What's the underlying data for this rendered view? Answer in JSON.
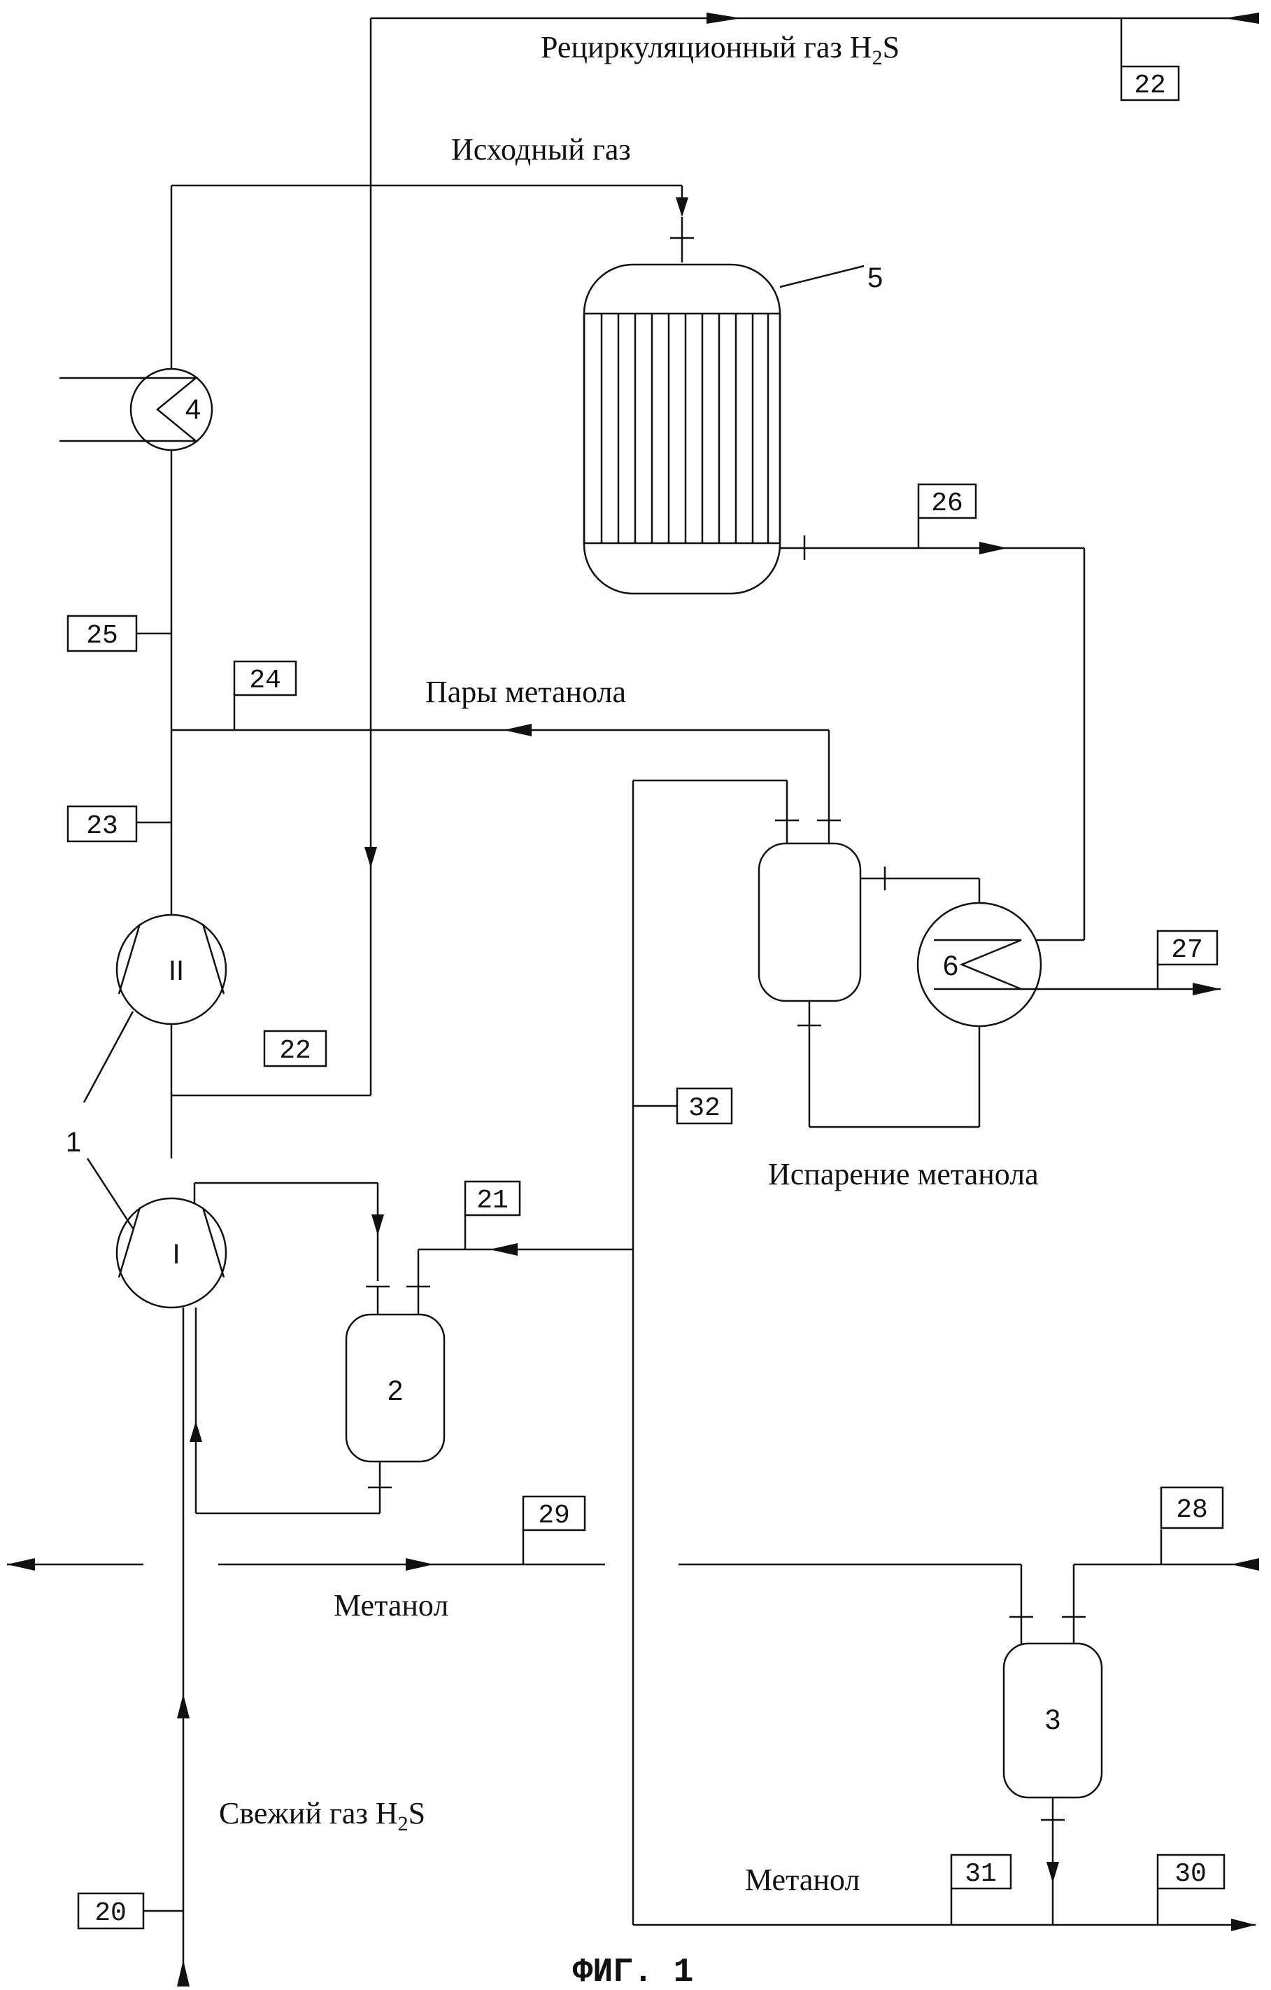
{
  "labels": {
    "recycle_gas_prefix": "Рециркуляционный газ H",
    "recycle_gas_sub": "2",
    "recycle_gas_suffix": "S",
    "feed_gas": "Исходный газ",
    "methanol_vapors": "Пары метанола",
    "methanol_evaporation": "Испарение метанола",
    "methanol_1": "Метанол",
    "methanol_2": "Метанол",
    "fresh_gas_prefix": "Свежий газ H",
    "fresh_gas_sub": "2",
    "fresh_gas_suffix": "S",
    "figure_caption": "ФИГ. 1"
  },
  "stream_tags": {
    "s20": "20",
    "s21": "21",
    "s22a": "22",
    "s22b": "22",
    "s23": "23",
    "s24": "24",
    "s25": "25",
    "s26": "26",
    "s27": "27",
    "s28": "28",
    "s29": "29",
    "s30": "30",
    "s31": "31",
    "s32": "32"
  },
  "equipment": {
    "compressor_group": "1",
    "compressor_stage_1": "I",
    "compressor_stage_2": "II",
    "separator_2": "2",
    "separator_3": "3",
    "heat_exchanger_4": "4",
    "reactor_5": "5",
    "heat_exchanger_6": "6"
  }
}
